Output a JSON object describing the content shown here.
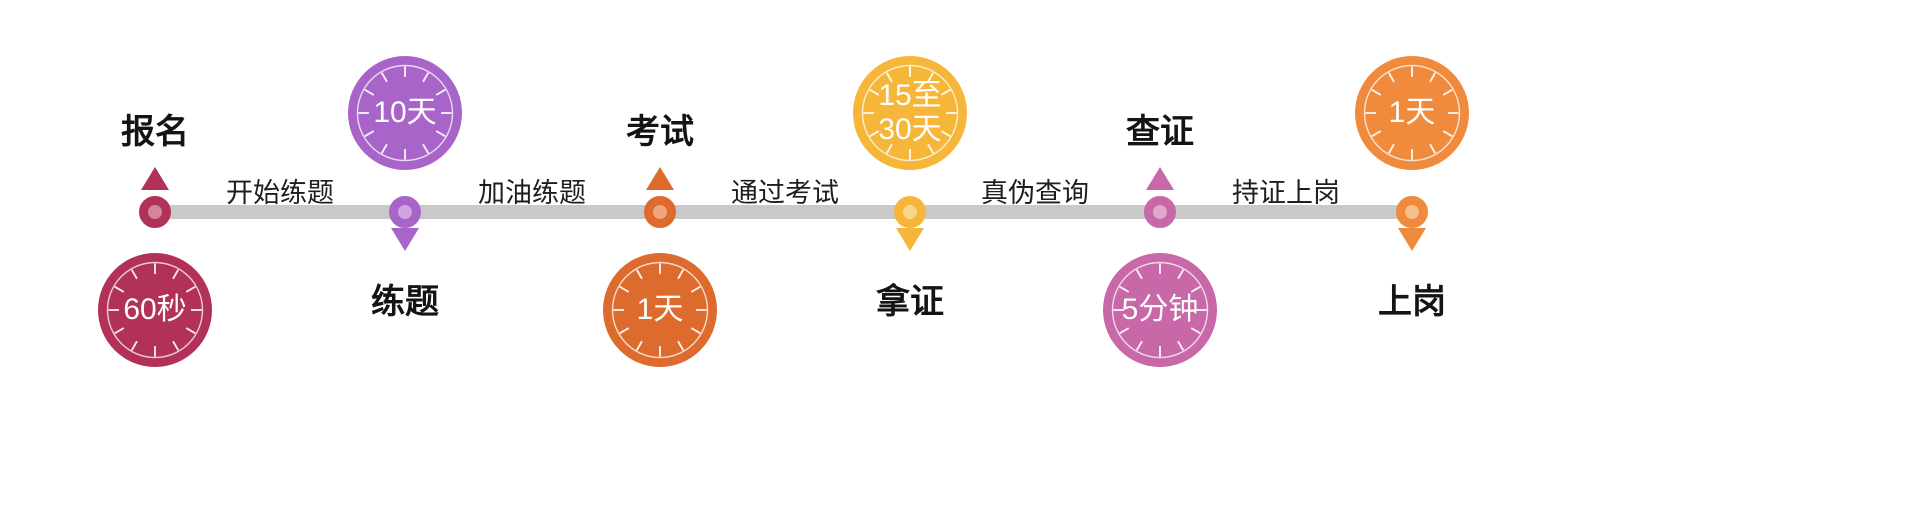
{
  "timeline": {
    "bar_color": "#c9c9c9",
    "milestones": [
      {
        "label": "报名",
        "duration": "60秒",
        "color": "#b13158",
        "color_light": "#d4849c",
        "label_position": "top"
      },
      {
        "label": "练题",
        "duration": "10天",
        "color": "#a964c9",
        "color_light": "#cfa6e3",
        "label_position": "bottom"
      },
      {
        "label": "考试",
        "duration": "1天",
        "color": "#dd6b2d",
        "color_light": "#eda77b",
        "label_position": "top"
      },
      {
        "label": "拿证",
        "duration": "15至\n30天",
        "color": "#f5b63a",
        "color_light": "#fad48a",
        "label_position": "bottom"
      },
      {
        "label": "查证",
        "duration": "5分钟",
        "color": "#c868a8",
        "color_light": "#e0a6cc",
        "label_position": "top"
      },
      {
        "label": "上岗",
        "duration": "1天",
        "color": "#f08a3c",
        "color_light": "#f7bd8d",
        "label_position": "bottom"
      }
    ],
    "segments": [
      {
        "label": "开始练题"
      },
      {
        "label": "加油练题"
      },
      {
        "label": "通过考试"
      },
      {
        "label": "真伪查询"
      },
      {
        "label": "持证上岗"
      }
    ]
  }
}
